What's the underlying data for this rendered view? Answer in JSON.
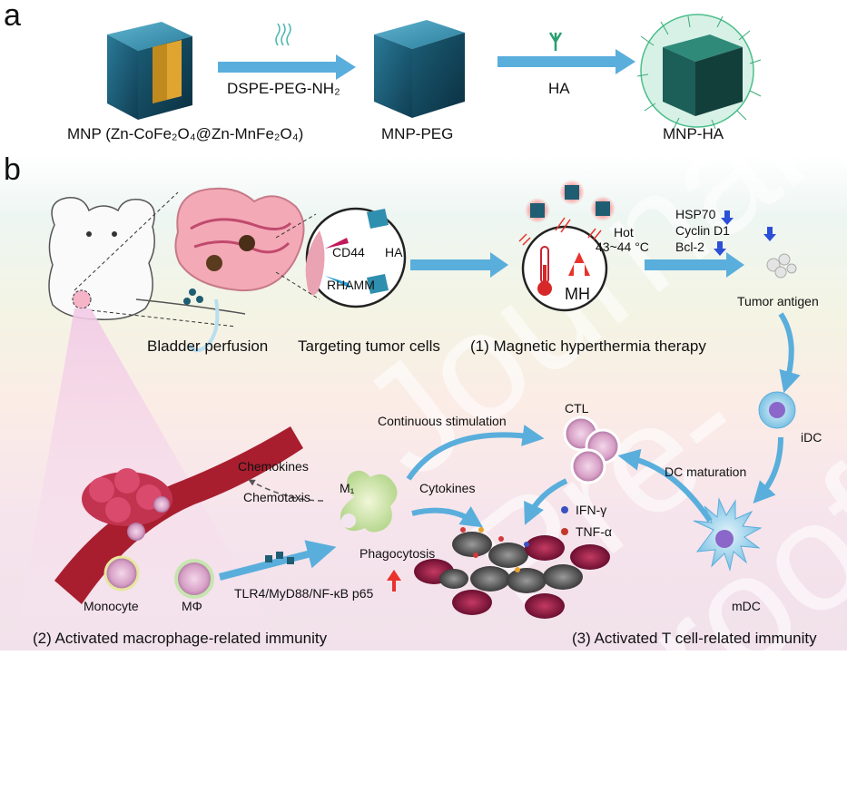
{
  "panel_a": {
    "letter": "a",
    "arrow1_label": "DSPE-PEG-NH₂",
    "arrow2_label": "HA",
    "np1_label": "MNP (Zn-CoFe₂O₄@Zn-MnFe₂O₄)",
    "np2_label": "MNP-PEG",
    "np3_label": "MNP-HA"
  },
  "panel_b": {
    "letter": "b",
    "step1_label": "Bladder perfusion",
    "step2_label": "Targeting tumor cells",
    "step3_label": "(1) Magnetic hyperthermia therapy",
    "cd44": "CD44",
    "ha": "HA",
    "rhamm": "RHAMM",
    "hot": "Hot",
    "temp": "43~44 °C",
    "mh": "MH",
    "markers": [
      "HSP70",
      "Cyclin D1",
      "Bcl-2"
    ],
    "tumor_antigen": "Tumor antigen",
    "idc": "iDC",
    "dc_maturation": "DC maturation",
    "mdc": "mDC",
    "ctl": "CTL",
    "continuous_stimulation": "Continuous stimulation",
    "cytokines": "Cytokines",
    "m1": "M₁",
    "chemokines": "Chemokines",
    "chemotaxis": "Chemotaxis",
    "ifn": "IFN-γ",
    "tnf": "TNF-α",
    "phagocytosis": "Phagocytosis",
    "pathway": "TLR4/MyD88/NF-κB p65",
    "monocyte": "Monocyte",
    "mphi": "MΦ",
    "caption2": "(2) Activated macrophage-related immunity",
    "caption3": "(3) Activated T cell-related immunity"
  },
  "watermark": "Journal Pre-proof",
  "colors": {
    "arrow": "#5aaedc",
    "up_arrow": "#e8322b",
    "down_arrow": "#2c4fd8",
    "np_dark": "#1f5d72",
    "np_core": "#d9a12a"
  }
}
